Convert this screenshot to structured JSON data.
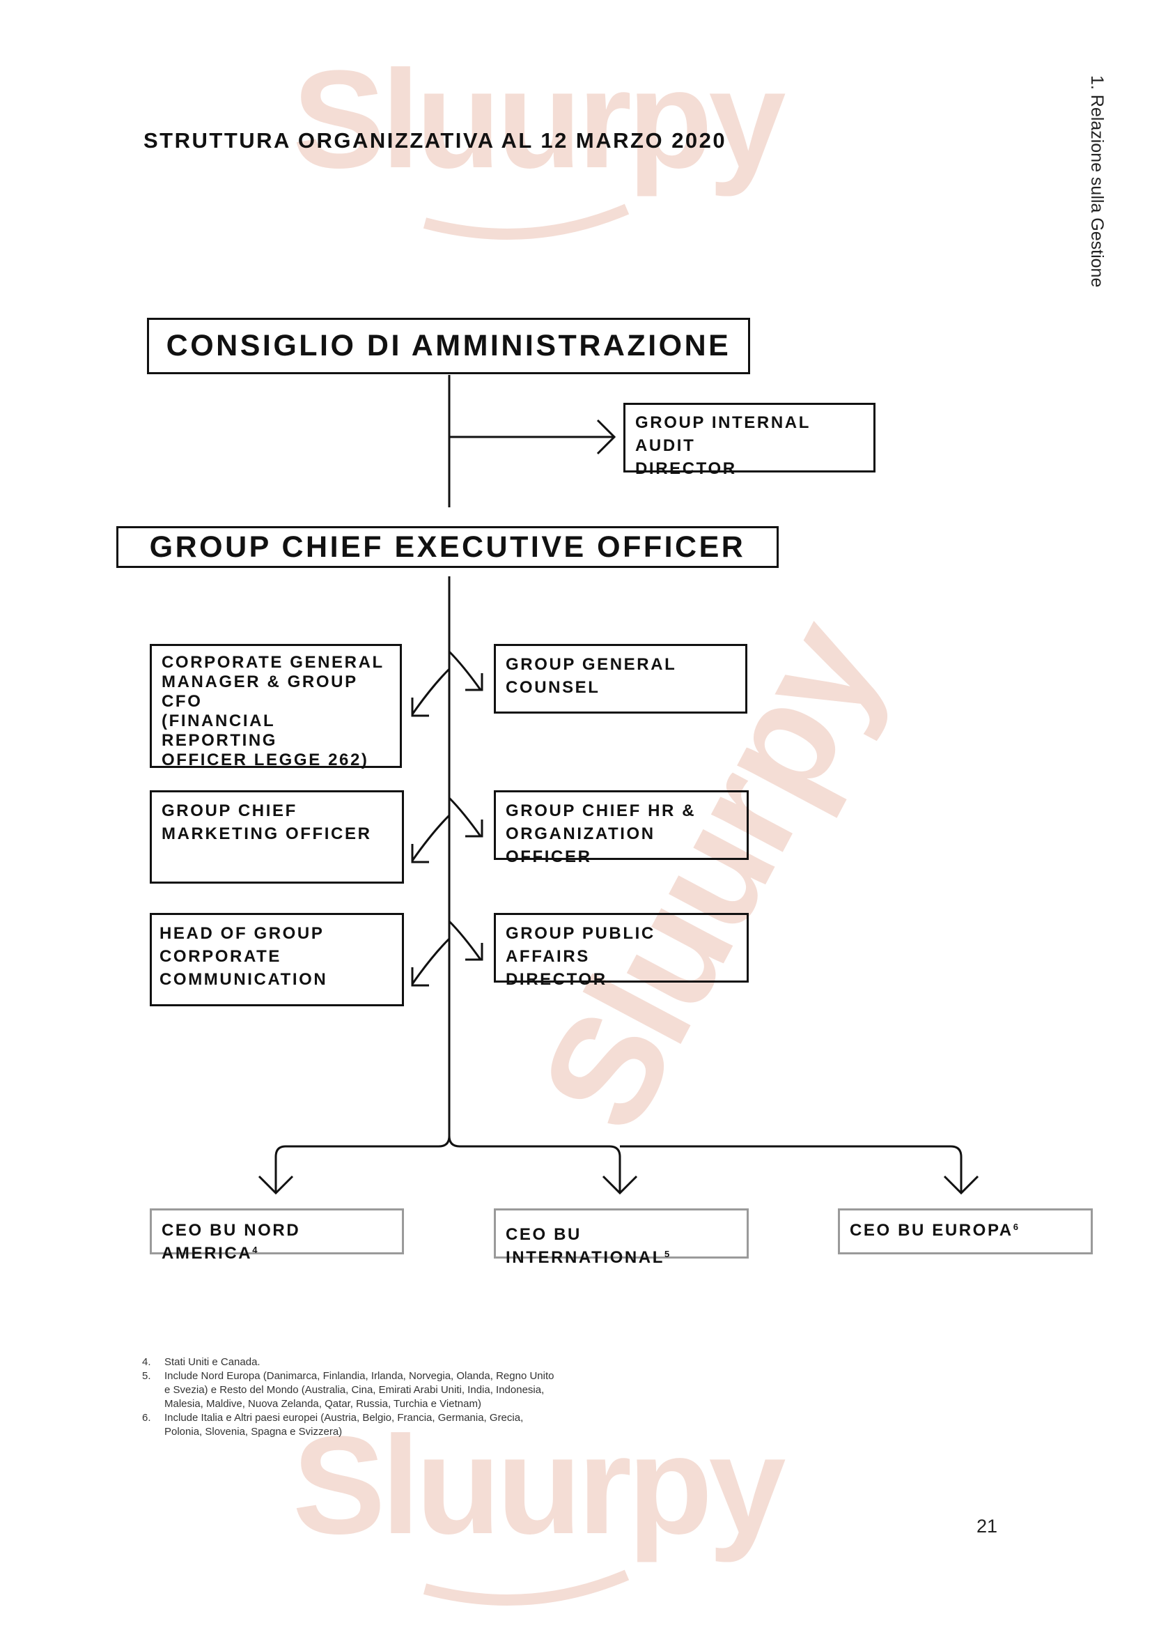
{
  "page": {
    "title": "STRUTTURA ORGANIZZATIVA AL 12 MARZO 2020",
    "section_label": "1. Relazione sulla Gestione",
    "page_number": "21"
  },
  "watermark": {
    "text": "Sluurpy",
    "color": "#f3dcd4"
  },
  "org": {
    "board": "CONSIGLIO DI AMMINISTRAZIONE",
    "audit": "GROUP INTERNAL AUDIT\nDIRECTOR",
    "ceo": "GROUP CHIEF EXECUTIVE OFFICER",
    "left_reports": [
      "CORPORATE GENERAL\nMANAGER & GROUP CFO\n(FINANCIAL REPORTING\nOFFICER LEGGE 262)",
      "GROUP CHIEF\nMARKETING OFFICER",
      "HEAD OF GROUP\nCORPORATE\nCOMMUNICATION"
    ],
    "right_reports": [
      "GROUP GENERAL\nCOUNSEL",
      "GROUP CHIEF HR &\nORGANIZATION OFFICER",
      "GROUP PUBLIC AFFAIRS\nDIRECTOR"
    ],
    "business_units": [
      {
        "label": "CEO BU NORD AMERICA",
        "note": "4"
      },
      {
        "label": "CEO BU INTERNATIONAL",
        "note": "5"
      },
      {
        "label": "CEO BU EUROPA",
        "note": "6"
      }
    ]
  },
  "footnotes": [
    {
      "num": "4.",
      "text": "Stati Uniti e Canada."
    },
    {
      "num": "5.",
      "text": "Include Nord Europa (Danimarca, Finlandia, Irlanda, Norvegia, Olanda, Regno Unito e Svezia) e Resto del Mondo (Australia, Cina, Emirati Arabi Uniti, India, Indonesia, Malesia, Maldive, Nuova Zelanda, Qatar, Russia, Turchia e Vietnam)"
    },
    {
      "num": "6.",
      "text": "Include Italia e Altri paesi europei (Austria, Belgio, Francia, Germania, Grecia, Polonia, Slovenia, Spagna e Svizzera)"
    }
  ]
}
